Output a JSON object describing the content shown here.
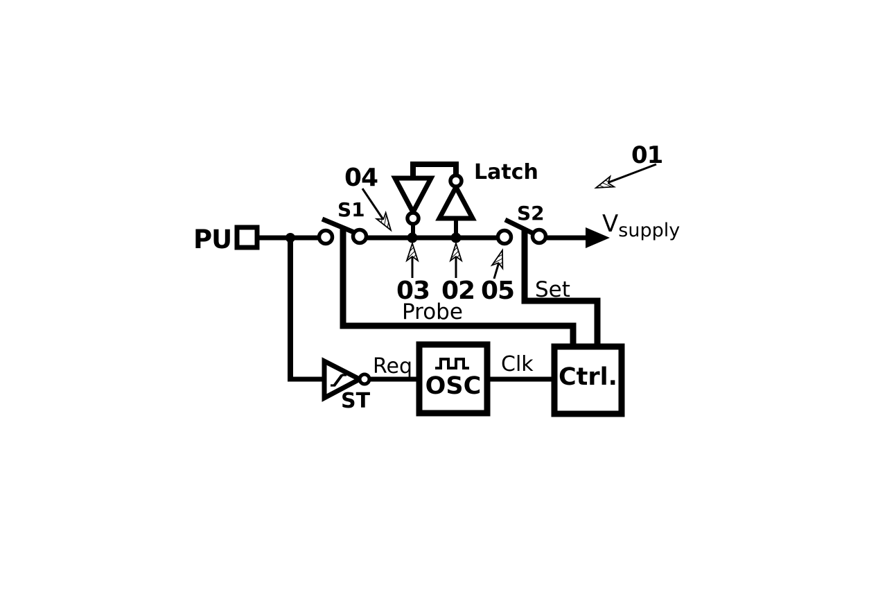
{
  "diagram": {
    "title_hint": "switched supply probe latch circuit",
    "colors": {
      "ink": "#000000",
      "background": "#ffffff"
    },
    "labels": {
      "pu": "PU",
      "s1": "S1",
      "s2": "S2",
      "latch": "Latch",
      "ref01": "01",
      "ref02": "02",
      "ref03": "03",
      "ref04": "04",
      "ref05": "05",
      "vsupply_v": "V",
      "vsupply_sub": "supply",
      "set": "Set",
      "probe": "Probe",
      "req": "Req",
      "clk": "Clk",
      "st": "ST",
      "osc": "OSC",
      "ctrl": "Ctrl."
    }
  }
}
